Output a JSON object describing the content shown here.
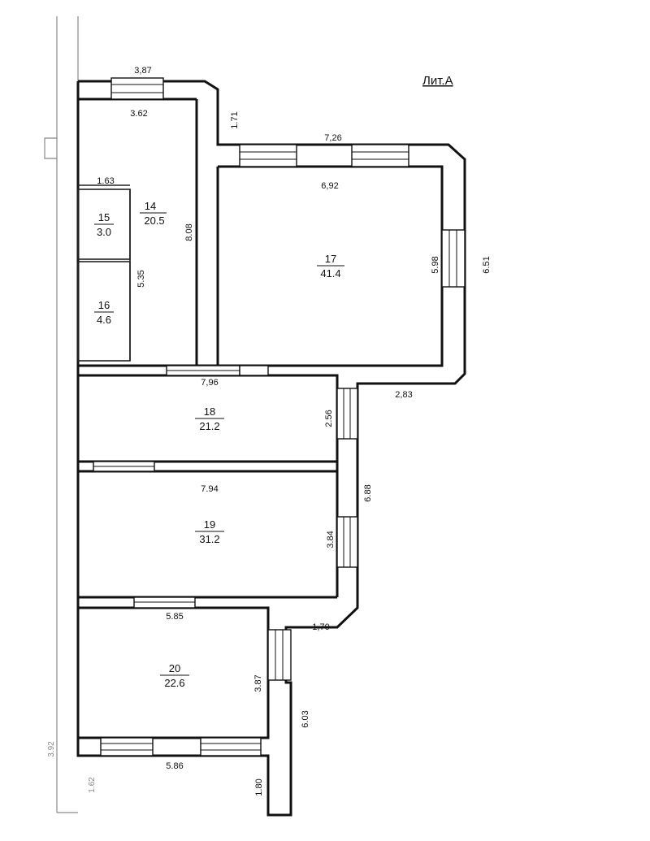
{
  "title": "Лит.А",
  "rooms": [
    {
      "id": "r14",
      "number": "14",
      "area": "20.5"
    },
    {
      "id": "r15",
      "number": "15",
      "area": "3.0"
    },
    {
      "id": "r16",
      "number": "16",
      "area": "4.6"
    },
    {
      "id": "r17",
      "number": "17",
      "area": "41.4"
    },
    {
      "id": "r18",
      "number": "18",
      "area": "21.2"
    },
    {
      "id": "r19",
      "number": "19",
      "area": "31.2"
    },
    {
      "id": "r20",
      "number": "20",
      "area": "22.6"
    }
  ],
  "dimensions": {
    "d_387_top": "3,87",
    "d_362": "3.62",
    "d_171": "1.71",
    "d_726": "7,26",
    "d_692": "6,92",
    "d_163": "1.63",
    "d_808": "8.08",
    "d_535": "5.35",
    "d_598": "5.98",
    "d_651": "6.51",
    "d_796": "7,96",
    "d_283": "2,83",
    "d_256": "2.56",
    "d_794": "7.94",
    "d_688": "6.88",
    "d_384": "3.84",
    "d_585": "5.85",
    "d_170": "1,70",
    "d_387_r20": "3.87",
    "d_603": "6.03",
    "d_586": "5.86",
    "d_180": "1.80",
    "d_392": "3.92",
    "d_162": "1.62"
  }
}
